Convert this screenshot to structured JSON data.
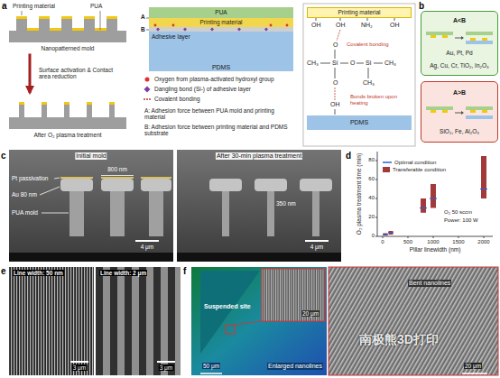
{
  "diagram": {
    "nodes": [
      {
        "text": [
          "Nanopatterned mold"
        ]
      },
      {
        "text": [
          "After O₂ plasma treatment"
        ]
      },
      {
        "text": [
          "PUA"
        ]
      },
      {
        "text": [
          "PDMS"
        ]
      },
      {
        "text": [
          "Printing material"
        ]
      },
      {
        "text": [
          "PDMS"
        ]
      },
      {
        "text": [
          "A<B",
          "Au, Pt, Pd",
          "Ag, Cu, Cr, TiO₂, In₂O₃"
        ]
      },
      {
        "text": [
          "A>B",
          "SiO₂, Fe, Al₂O₃"
        ]
      }
    ],
    "edges": [
      {
        "from": 0,
        "to": 1,
        "arrow": "to",
        "label": "Surface activation & Contact area reduction"
      }
    ],
    "labels": [
      "a",
      "Printing material",
      "PUA",
      "Printing material",
      "A",
      "Adhesive layer",
      "B",
      "A: Adhesion force between PUA mold and printing material",
      "B: Adhesion force between printing material and PDMS substrate",
      "OH",
      "OH",
      "NH₂",
      "OH",
      "O",
      "Covalent bonding",
      "CH₃",
      "Si",
      "O",
      "Si",
      "CH₃",
      "O",
      "CH₃",
      "Bonds broken upon heating",
      "OH",
      "b",
      "c",
      "Initial mold",
      "After 30-min plasma treatment",
      "Pt passivation",
      "800 nm",
      "Au 80 nm",
      "PUA mold",
      "4 μm",
      "350 nm",
      "4 μm",
      "d",
      "0",
      "500",
      "1000",
      "1500",
      "2000",
      "0",
      "20",
      "40",
      "60",
      "80",
      "Pillar linewidth (nm)",
      "O₂ plasma treatment time (min)",
      "O₂ 50 sccm",
      "Power: 100 W",
      "e",
      "Line width: 50 nm",
      "Line width: 2 μm",
      "3 μm",
      "3 μm",
      "f",
      "Suspended site",
      "20 μm",
      "50 μm",
      "Bent nanolines",
      "Enlarged nanolines",
      "20 μm",
      "南极熊3D打印"
    ],
    "legend": [
      {
        "text": "Oxygen from plasma-activated hydroxyl group"
      },
      {
        "text": "Dangling bond (Si-) of adhesive layer"
      },
      {
        "text": "Covalent bonding"
      },
      {
        "text": "Optimal condition"
      },
      {
        "text": "Transferable condition",
        "color": "#a33a3a"
      }
    ]
  }
}
